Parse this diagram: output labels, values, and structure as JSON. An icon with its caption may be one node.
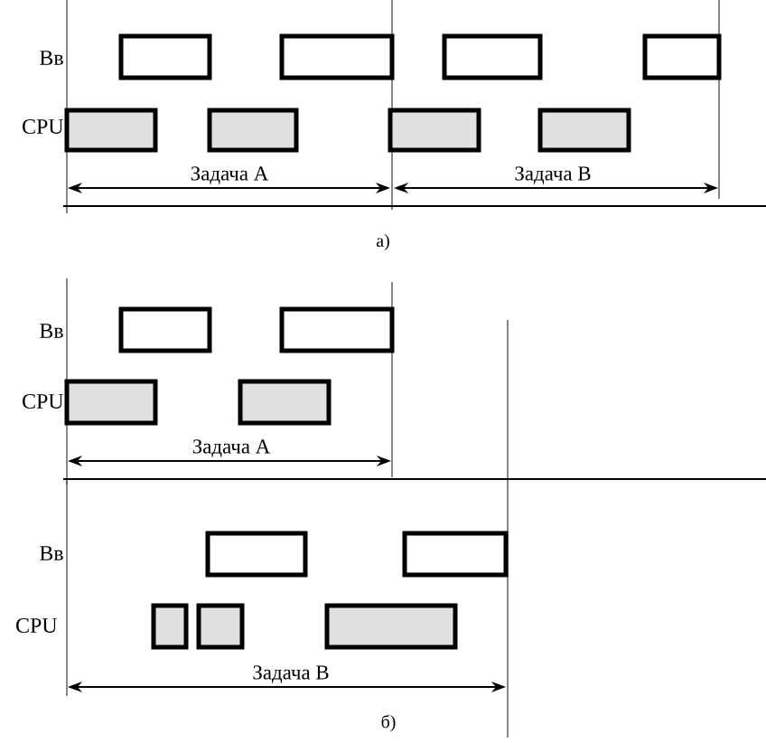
{
  "diagram": {
    "nodes": [
      {
        "text": [],
        "shape": "bar"
      },
      {
        "text": [],
        "shape": "bar"
      },
      {
        "text": [],
        "shape": "bar"
      },
      {
        "text": [],
        "shape": "bar"
      },
      {
        "text": [],
        "shape": "bar"
      },
      {
        "text": [],
        "shape": "bar"
      },
      {
        "text": [],
        "shape": "bar"
      },
      {
        "text": [],
        "shape": "bar"
      },
      {
        "text": [],
        "shape": "bar"
      },
      {
        "text": [],
        "shape": "bar"
      },
      {
        "text": [],
        "shape": "bar"
      },
      {
        "text": [],
        "shape": "bar"
      },
      {
        "text": [],
        "shape": "bar"
      },
      {
        "text": [],
        "shape": "bar"
      },
      {
        "text": [],
        "shape": "bar"
      },
      {
        "text": [],
        "shape": "bar"
      },
      {
        "text": [],
        "shape": "bar"
      }
    ],
    "labels": [
      "Вв",
      "CPU",
      "Задача А",
      "Задача В",
      "а)",
      "Вв",
      "CPU",
      "Задача А",
      "Вв",
      "CPU",
      "Задача В",
      "б)"
    ]
  }
}
